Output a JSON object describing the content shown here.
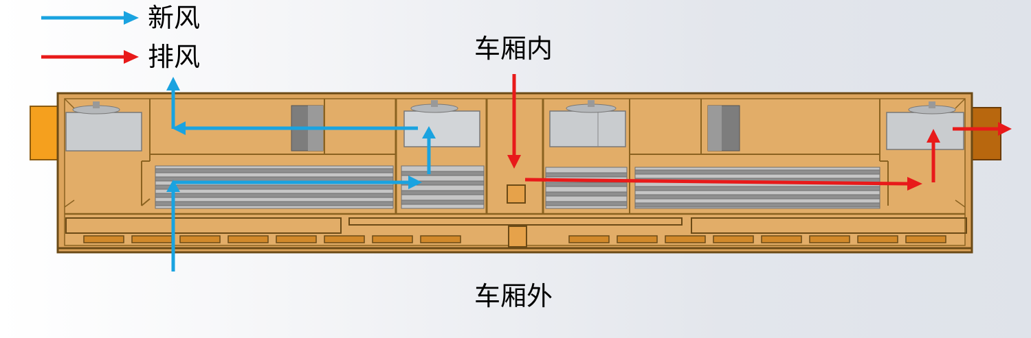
{
  "legend": {
    "fresh_air": {
      "label": "新风",
      "color": "#1aa3e0"
    },
    "exhaust_air": {
      "label": "排风",
      "color": "#e81a1a"
    }
  },
  "regions": {
    "inside": "车厢内",
    "outside": "车厢外"
  },
  "colors": {
    "housing_fill": "#dca45c",
    "housing_stroke": "#6b4a16",
    "port_left": "#f5a01e",
    "port_right": "#b8670e",
    "coil": "#a8a8a8",
    "fan": "#c9cccf"
  }
}
